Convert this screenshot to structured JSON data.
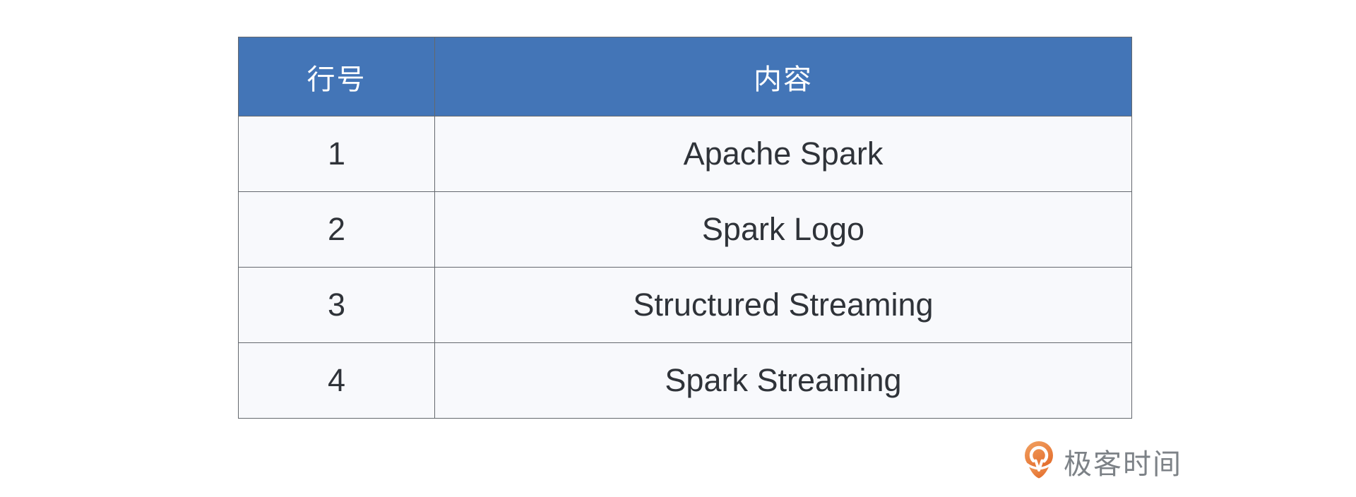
{
  "table": {
    "columns": [
      {
        "label": "行号"
      },
      {
        "label": "内容"
      }
    ],
    "rows": [
      {
        "num": "1",
        "content": "Apache Spark"
      },
      {
        "num": "2",
        "content": "Spark Logo"
      },
      {
        "num": "3",
        "content": "Structured Streaming"
      },
      {
        "num": "4",
        "content": "Spark Streaming"
      }
    ]
  },
  "brand": {
    "name": "极客时间",
    "icon": "geektime-pin-icon"
  },
  "colors": {
    "header_bg": "#4375b7",
    "header_text": "#ffffff",
    "row_bg": "#f8f9fc",
    "cell_text": "#2f3339",
    "border": "#64686d",
    "brand_text": "#7d8287",
    "brand_orange_light": "#f2a262",
    "brand_orange_dark": "#e46f2e"
  }
}
